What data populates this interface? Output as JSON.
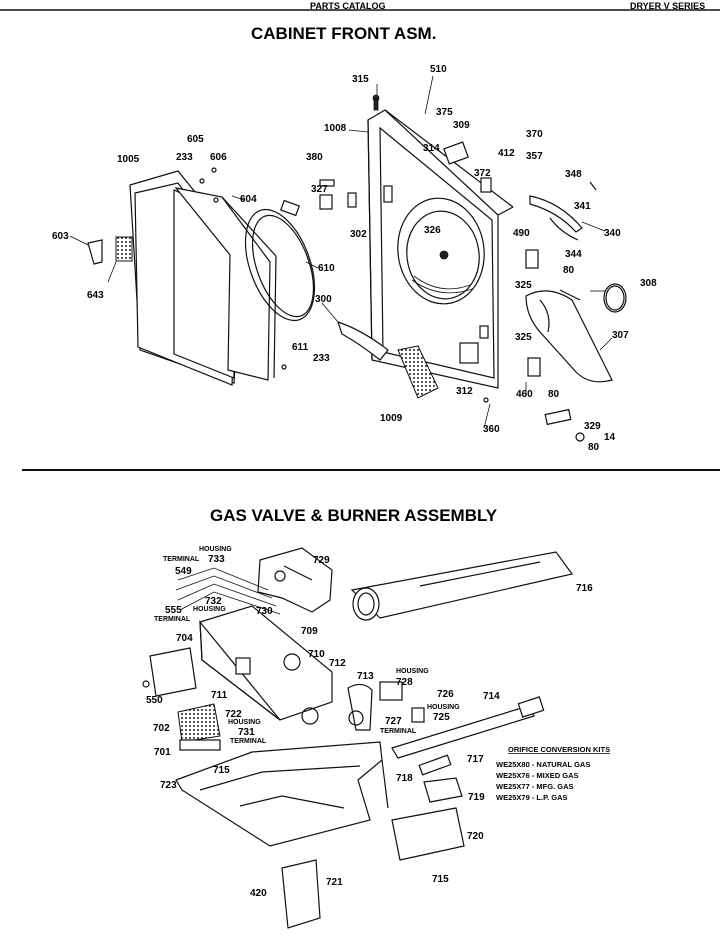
{
  "header": {
    "catalog": "PARTS CATALOG",
    "series": "DRYER V SERIES"
  },
  "sections": {
    "cabinet": "CABINET FRONT ASM.",
    "gas": "GAS VALVE & BURNER ASSEMBLY"
  },
  "cabinet_labels": [
    "315",
    "510",
    "375",
    "309",
    "1008",
    "314",
    "412",
    "372",
    "370",
    "357",
    "605",
    "606",
    "1005",
    "233",
    "380",
    "348",
    "604",
    "327",
    "341",
    "340",
    "302",
    "326",
    "490",
    "344",
    "603",
    "80",
    "325",
    "308",
    "610",
    "643",
    "307",
    "300",
    "611",
    "233",
    "325",
    "460",
    "80",
    "312",
    "1009",
    "360",
    "329",
    "14",
    "80"
  ],
  "gas_labels": [
    "TERMINAL",
    "HOUSING",
    "733",
    "729",
    "549",
    "716",
    "732",
    "555",
    "HOUSING",
    "730",
    "TERMINAL",
    "704",
    "709",
    "710",
    "712",
    "713",
    "HOUSING",
    "728",
    "726",
    "714",
    "550",
    "711",
    "HOUSING",
    "722",
    "725",
    "702",
    "731",
    "HOUSING",
    "727",
    "TERMINAL",
    "TERMINAL",
    "701",
    "715",
    "717",
    "723",
    "718",
    "719",
    "720",
    "715",
    "420",
    "721"
  ],
  "orifice_kits": {
    "title": "ORIFICE CONVERSION KITS",
    "items": [
      "WE25X80 - NATURAL GAS",
      "WE25X76 - MIXED GAS",
      "WE25X77 - MFG. GAS",
      "WE25X79 - L.P. GAS"
    ]
  }
}
